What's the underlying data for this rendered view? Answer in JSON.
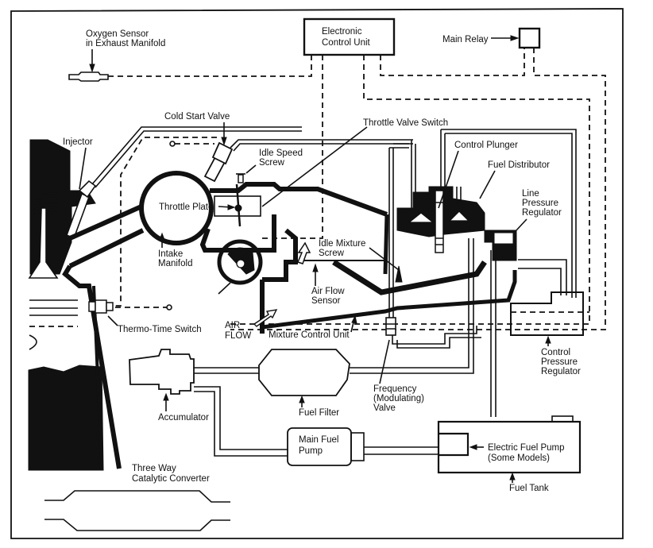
{
  "diagram": {
    "title": "Continuous Injection System with Lambda (Oxygen Sensor) Control",
    "labels": {
      "oxygen_sensor": [
        "Oxygen Sensor",
        "in Exhaust Manifold"
      ],
      "ecu": [
        "Electronic",
        "Control Unit"
      ],
      "main_relay": "Main Relay",
      "cold_start_valve": "Cold Start Valve",
      "throttle_valve_switch": "Throttle Valve Switch",
      "injector": "Injector",
      "idle_speed_screw": [
        "Idle Speed",
        "Screw"
      ],
      "control_plunger": "Control Plunger",
      "fuel_distributor": "Fuel Distributor",
      "line_pressure_regulator": [
        "Line",
        "Pressure",
        "Regulator"
      ],
      "throttle_plate": "Throttle Plate",
      "intake_manifold": [
        "Intake",
        "Manifold"
      ],
      "idle_mixture_screw": [
        "Idle Mixture",
        "Screw"
      ],
      "air_flow_sensor": [
        "Air Flow",
        "Sensor"
      ],
      "thermo_time_switch": "Thermo-Time Switch",
      "air_flow": [
        "AIR",
        "FLOW"
      ],
      "mixture_control_unit": "Mixture Control Unit",
      "control_pressure_regulator": [
        "Control",
        "Pressure",
        "Regulator"
      ],
      "frequency_valve": [
        "Frequency",
        "(Modulating)",
        "Valve"
      ],
      "accumulator": "Accumulator",
      "fuel_filter": "Fuel Filter",
      "main_fuel_pump": [
        "Main Fuel",
        "Pump"
      ],
      "electric_fuel_pump": [
        "Electric Fuel Pump",
        "(Some Models)"
      ],
      "fuel_tank": "Fuel Tank",
      "catalytic_converter": [
        "Three Way",
        "Catalytic Converter"
      ]
    }
  }
}
